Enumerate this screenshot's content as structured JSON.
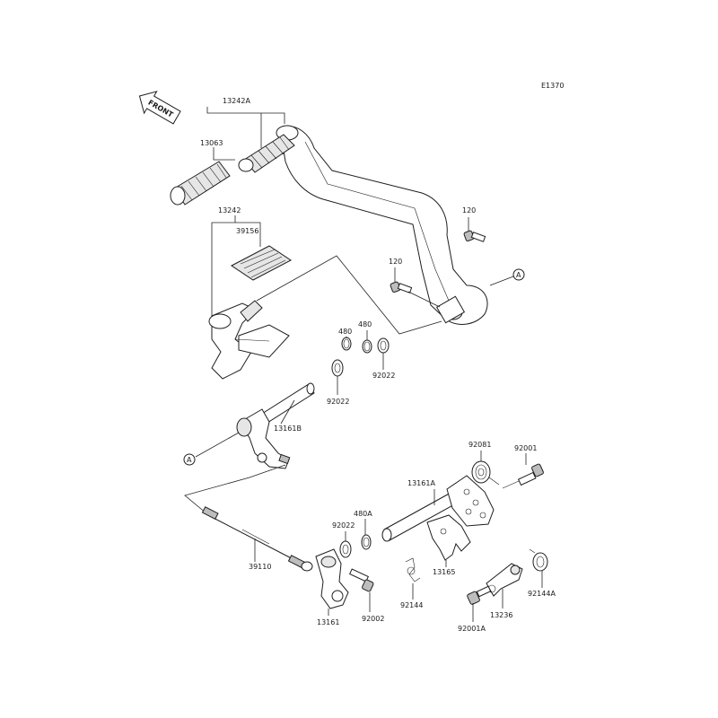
{
  "diagram": {
    "code": "E1370",
    "front_label": "FRONT",
    "ref_marker": "A",
    "parts": {
      "p13242A": "13242A",
      "p13063": "13063",
      "p13242": "13242",
      "p39156": "39156",
      "p120a": "120",
      "p120b": "120",
      "p480a": "480",
      "p480b": "480",
      "p92022a": "92022",
      "p92022b": "92022",
      "p92022c": "92022",
      "p13161B": "13161B",
      "p92081": "92081",
      "p92001": "92001",
      "p13161A": "13161A",
      "p480A": "480A",
      "p39110": "39110",
      "p13165": "13165",
      "p13161": "13161",
      "p92002": "92002",
      "p92144": "92144",
      "p92144A": "92144A",
      "p13236": "13236",
      "p92001A": "92001A"
    }
  }
}
